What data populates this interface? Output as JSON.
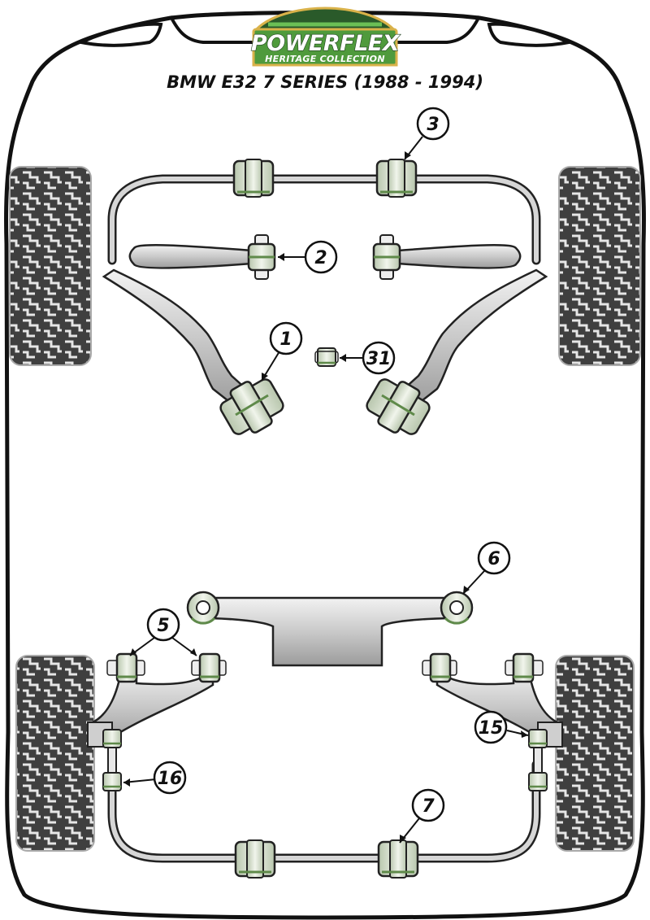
{
  "logo": {
    "brand": "POWERFLEX",
    "subtitle": "HERITAGE COLLECTION",
    "colors": {
      "green": "#4f9a3c",
      "dark_green": "#1f4a22",
      "gold": "#d9b24a"
    }
  },
  "title": "BMW E32 7 SERIES (1988 - 1994)",
  "colors": {
    "bushing": "#dfe6d8",
    "bushing_stripe": "#5f8a4a",
    "arm": "#d9d9d9",
    "metal_outline": "#222222",
    "tyre": "#454545",
    "tread": "#e8e8e8"
  },
  "callouts": [
    {
      "id": "callout-1",
      "label": "1"
    },
    {
      "id": "callout-2",
      "label": "2"
    },
    {
      "id": "callout-3",
      "label": "3"
    },
    {
      "id": "callout-31",
      "label": "31"
    },
    {
      "id": "callout-5",
      "label": "5"
    },
    {
      "id": "callout-6",
      "label": "6"
    },
    {
      "id": "callout-15",
      "label": "15"
    },
    {
      "id": "callout-16",
      "label": "16"
    },
    {
      "id": "callout-7",
      "label": "7"
    }
  ]
}
